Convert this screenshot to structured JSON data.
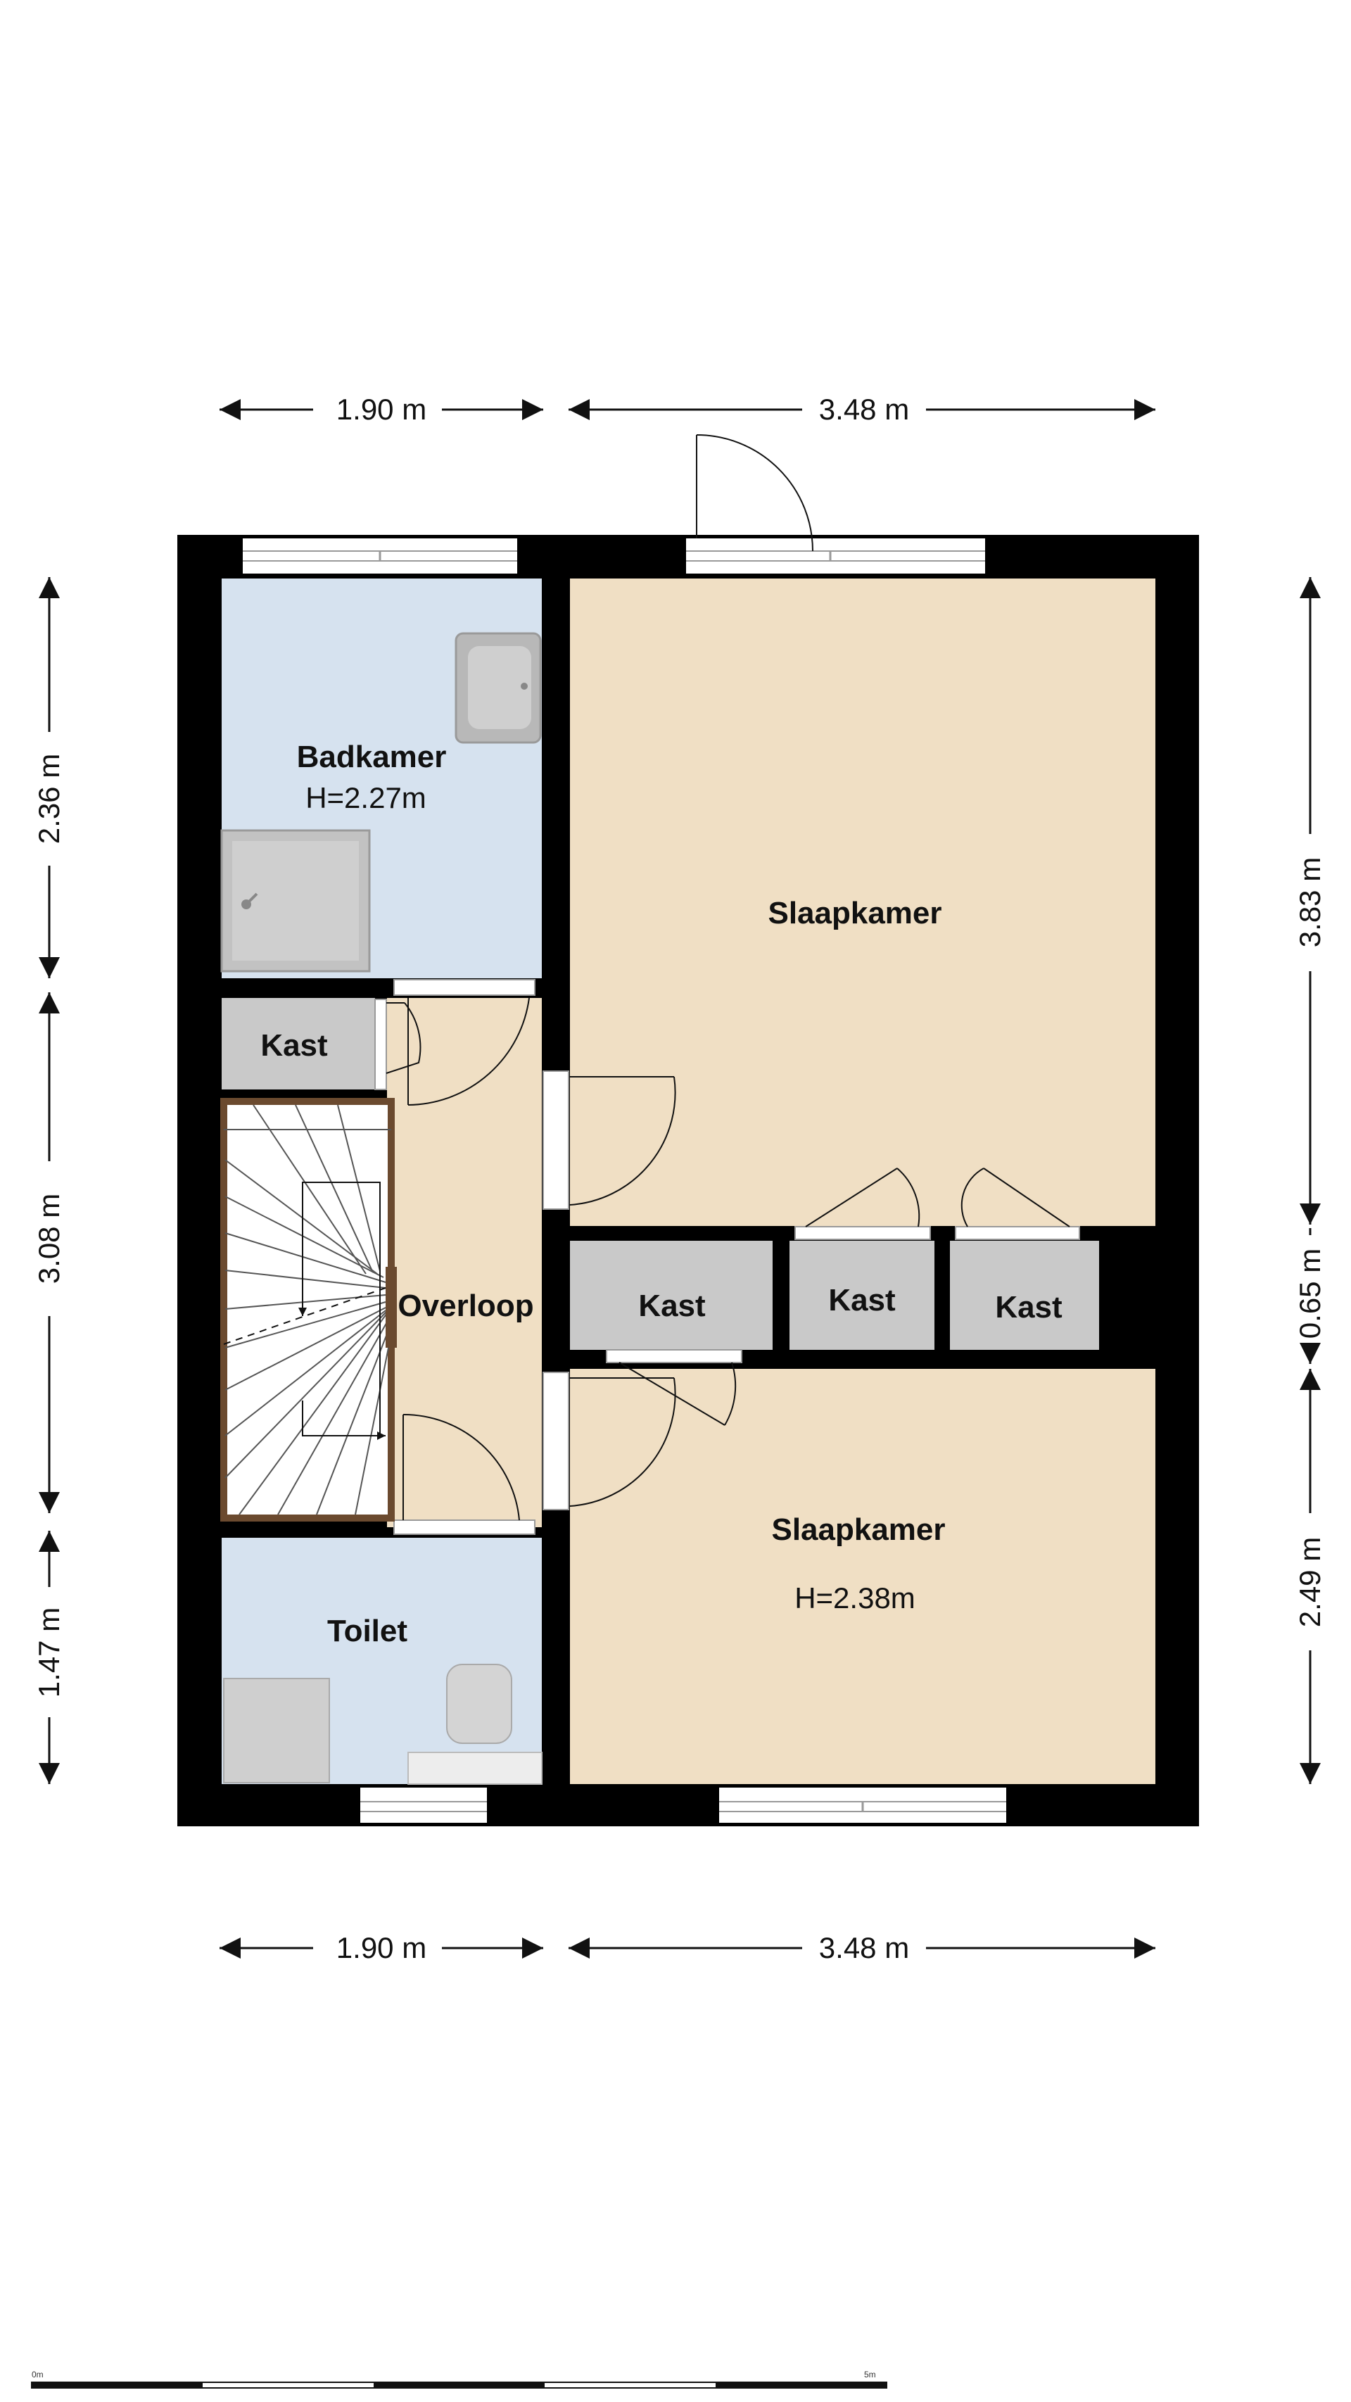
{
  "dimensions": {
    "top_left": "1.90 m",
    "top_right": "3.48 m",
    "bottom_left": "1.90 m",
    "bottom_right": "3.48 m",
    "left_1": "2.36 m",
    "left_2": "3.08 m",
    "left_3": "1.47 m",
    "right_1": "3.83 m",
    "right_2": "0.65 m",
    "right_3": "2.49 m"
  },
  "rooms": {
    "badkamer": {
      "name": "Badkamer",
      "height": "H=2.27m"
    },
    "slaapkamer_top": {
      "name": "Slaapkamer"
    },
    "kast_left": {
      "name": "Kast"
    },
    "overloop": {
      "name": "Overloop"
    },
    "kast_mid_1": {
      "name": "Kast"
    },
    "kast_mid_2": {
      "name": "Kast"
    },
    "kast_mid_3": {
      "name": "Kast"
    },
    "slaapkamer_bottom": {
      "name": "Slaapkamer",
      "height": "H=2.38m"
    },
    "toilet": {
      "name": "Toilet"
    }
  },
  "scale_bar": {
    "start": "0m",
    "end": "5m"
  },
  "colors": {
    "wall": "#000000",
    "wet_room": "#d6e2ef",
    "dry_room": "#f0dfc4",
    "closet": "#c9c9c9",
    "window": "#ffffff",
    "stair_wood": "#6b4a2f"
  }
}
